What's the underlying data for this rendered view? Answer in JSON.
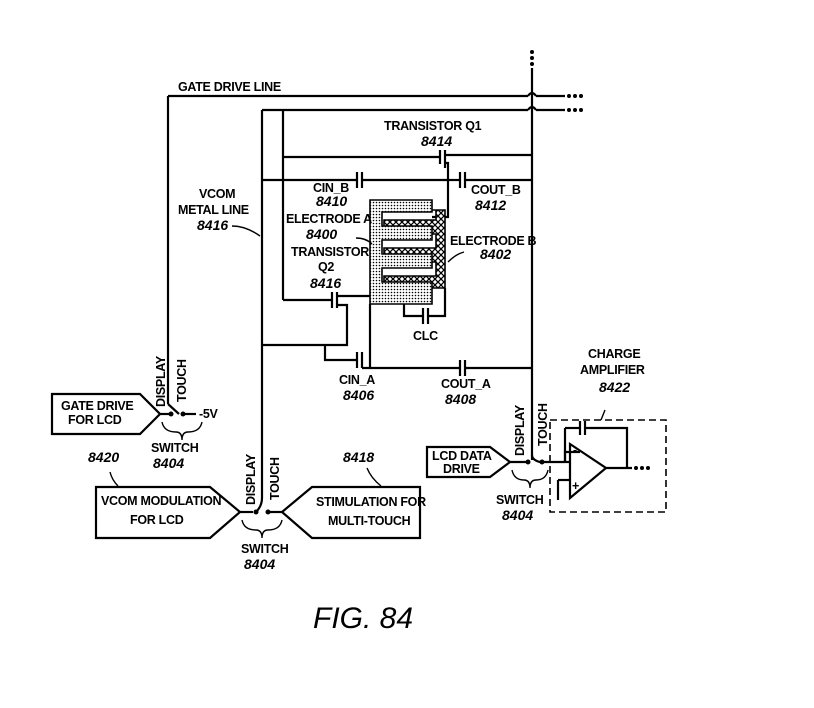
{
  "figure": {
    "caption": "FIG. 84",
    "labels": {
      "gate_drive_line": "GATE DRIVE LINE",
      "transistor_q1": "TRANSISTOR Q1",
      "transistor_q1_ref": "8414",
      "cin_b": "CIN_B",
      "cin_b_ref": "8410",
      "cout_b": "COUT_B",
      "cout_b_ref": "8412",
      "vcom_line1": "VCOM",
      "vcom_line2": "METAL LINE",
      "vcom_ref": "8416",
      "electrode_a": "ELECTRODE A",
      "electrode_a_ref": "8400",
      "transistor_q2_line1": "TRANSISTOR",
      "transistor_q2_line2": "Q2",
      "transistor_q2_ref": "8416",
      "electrode_b": "ELECTRODE B",
      "electrode_b_ref": "8402",
      "clc": "CLC",
      "cin_a": "CIN_A",
      "cin_a_ref": "8406",
      "cout_a": "COUT_A",
      "cout_a_ref": "8408",
      "charge_amp_line1": "CHARGE",
      "charge_amp_line2": "AMPLIFIER",
      "charge_amp_ref": "8422",
      "gate_drive_lcd_line1": "GATE DRIVE",
      "gate_drive_lcd_line2": "FOR LCD",
      "minus_5v": "-5V",
      "display": "DISPLAY",
      "touch": "TOUCH",
      "switch": "SWITCH",
      "switch_ref": "8404",
      "vcom_mod_line1": "VCOM MODULATION",
      "vcom_mod_line2": "FOR LCD",
      "vcom_mod_ref": "8420",
      "stim_line1": "STIMULATION FOR",
      "stim_line2": "MULTI-TOUCH",
      "stim_ref": "8418",
      "lcd_data_line1": "LCD DATA",
      "lcd_data_line2": "DRIVE",
      "opamp_minus": "-",
      "opamp_plus": "+"
    }
  }
}
